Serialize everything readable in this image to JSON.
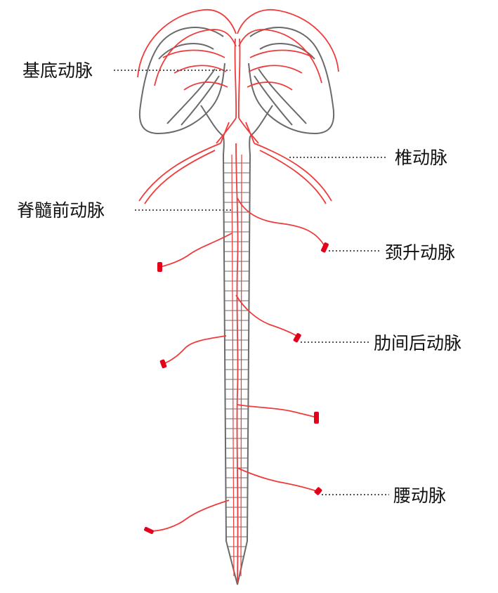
{
  "labels": {
    "basilar": "基底动脉",
    "vertebral": "椎动脉",
    "anterior_spinal": "脊髓前动脉",
    "ascending_cervical": "颈升动脉",
    "posterior_intercostal": "肋间后动脉",
    "lumbar": "腰动脉"
  },
  "colors": {
    "artery": "#ee3b3b",
    "artery_end": "#e3001b",
    "outline": "#6a6a6a",
    "text": "#111111"
  }
}
